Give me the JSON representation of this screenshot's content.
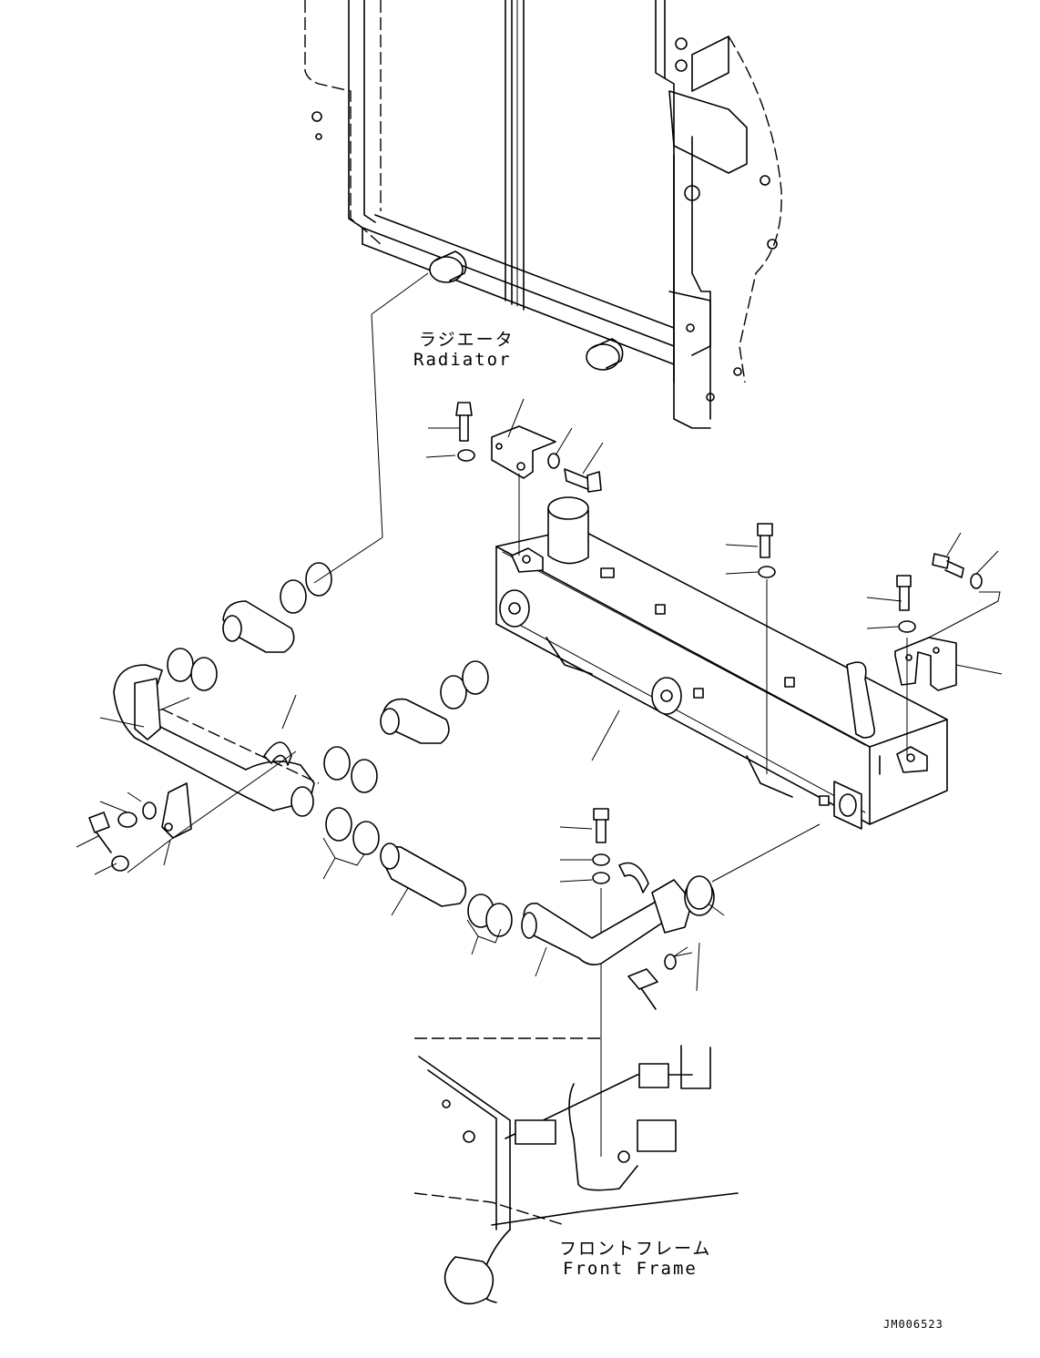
{
  "labels": {
    "radiator_jp": "ラジエータ",
    "radiator_en": "Radiator",
    "front_frame_jp": "フロントフレーム",
    "front_frame_en": "Front Frame"
  },
  "drawing_number": "JM006523"
}
